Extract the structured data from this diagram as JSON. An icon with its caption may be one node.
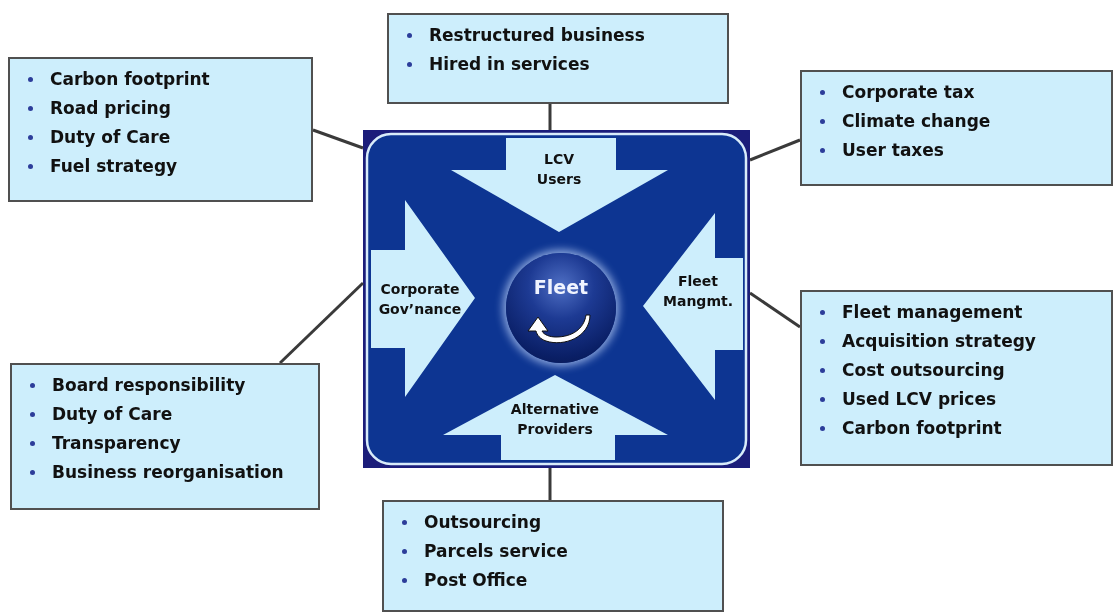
{
  "diagram": {
    "nodes": [
      {
        "text": [],
        "shape": "box"
      },
      {
        "text": [
          "LCV Users"
        ],
        "in": 0
      },
      {
        "text": [
          "Corporate Gov’nance"
        ],
        "in": 0
      },
      {
        "text": [
          "Fleet Mangmt."
        ],
        "in": 0
      },
      {
        "text": [
          "Alternative Providers"
        ],
        "in": 0
      },
      {
        "text": [
          "Fleet"
        ],
        "in": 0
      },
      {
        "text": [
          "Restructured business",
          "Hired in services"
        ]
      },
      {
        "text": [
          "Carbon footprint",
          "Road pricing",
          "Duty of Care",
          "Fuel strategy"
        ]
      },
      {
        "text": [
          "Corporate tax",
          "Climate change",
          "User taxes"
        ]
      },
      {
        "text": [
          "Fleet management",
          "Acquisition strategy",
          "Cost outsourcing",
          "Used LCV prices",
          "Carbon footprint"
        ]
      },
      {
        "text": [
          "Board responsibility",
          "Duty of Care",
          "Transparency",
          "Business reorganisation"
        ]
      },
      {
        "text": [
          "Outsourcing",
          "Parcels service",
          "Post Office"
        ]
      }
    ],
    "edges": [
      {
        "from": 6,
        "to": 0,
        "arrow": "none"
      },
      {
        "from": 7,
        "to": 0,
        "arrow": "none"
      },
      {
        "from": 8,
        "to": 0,
        "arrow": "none"
      },
      {
        "from": 10,
        "to": 0,
        "arrow": "none"
      },
      {
        "from": 9,
        "to": 0,
        "arrow": "none"
      },
      {
        "from": 11,
        "to": 0,
        "arrow": "none"
      }
    ]
  }
}
